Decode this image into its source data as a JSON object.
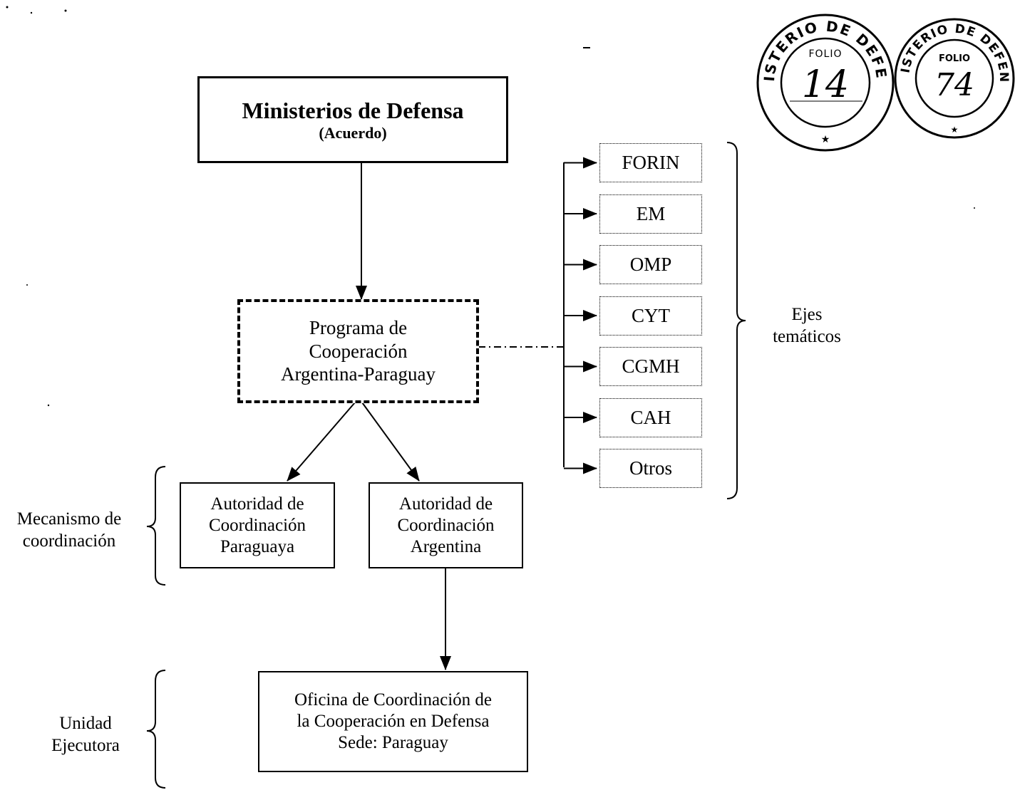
{
  "ministerio": {
    "title": "Ministerios de Defensa",
    "subtitle": "(Acuerdo)"
  },
  "programa": {
    "lines": [
      "Programa de",
      "Cooperación",
      "Argentina-Paraguay"
    ]
  },
  "autoridad_py": {
    "lines": [
      "Autoridad de",
      "Coordinación",
      "Paraguaya"
    ]
  },
  "autoridad_ar": {
    "lines": [
      "Autoridad de",
      "Coordinación",
      "Argentina"
    ]
  },
  "oficina": {
    "lines": [
      "Oficina de Coordinación de",
      "la Cooperación en Defensa",
      "Sede: Paraguay"
    ]
  },
  "ejes": [
    "FORIN",
    "EM",
    "OMP",
    "CYT",
    "CGMH",
    "CAH",
    "Otros"
  ],
  "labels": {
    "ejes_tematicos": [
      "Ejes",
      "temáticos"
    ],
    "mecanismo": [
      "Mecanismo de",
      "coordinación"
    ],
    "unidad": [
      "Unidad",
      "Ejecutora"
    ]
  },
  "seals": [
    {
      "ring_text": "MINISTERIO DE DEFENSA",
      "folio_label": "FOLIO",
      "folio_number": "14"
    },
    {
      "ring_text": "MINISTERIO DE DEFENSA",
      "folio_label": "FOLIO",
      "folio_number": "74"
    }
  ]
}
